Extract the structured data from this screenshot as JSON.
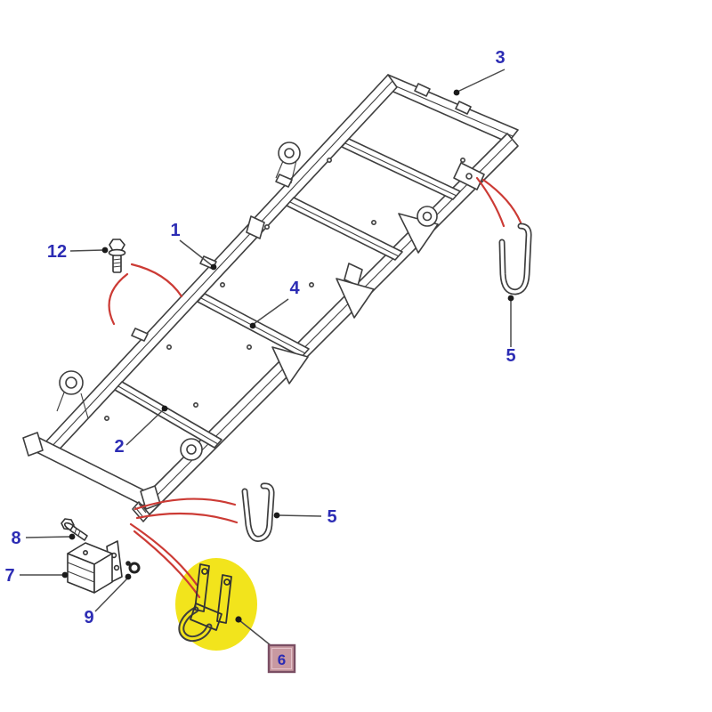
{
  "diagram": {
    "kind": "chassis-frame-exploded-parts-diagram",
    "background": "#ffffff"
  },
  "colors": {
    "callout_blue": "#2c2cb4",
    "line_dark": "#3f3f3f",
    "leader_red": "#cc3b35",
    "highlight_yellow": "#f2e41c",
    "tag_fill": "#c899a1",
    "tag_border": "#7a4e63"
  },
  "callouts": {
    "c1": "1",
    "c2": "2",
    "c3": "3",
    "c4": "4",
    "c5_right": "5",
    "c5_lower": "5",
    "c6": "6",
    "c7": "7",
    "c8": "8",
    "c9": "9",
    "c12": "12"
  },
  "highlight": {
    "part_number": "6",
    "style": "yellow-circle"
  }
}
